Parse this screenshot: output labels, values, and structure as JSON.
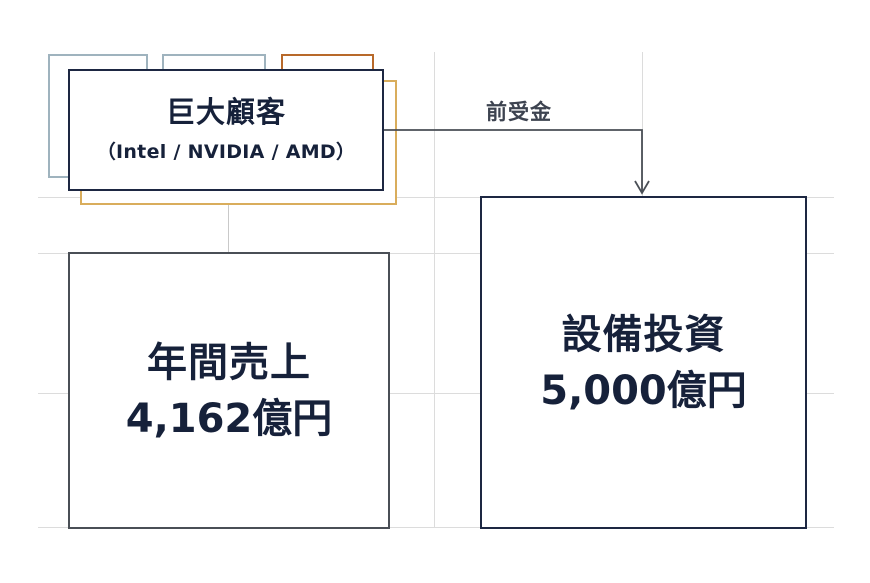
{
  "customer": {
    "title": "巨大顧客",
    "subtitle": "（Intel / NVIDIA / AMD）"
  },
  "flow": {
    "label": "前受金"
  },
  "sales": {
    "title": "年間売上",
    "value": "4,162億円"
  },
  "capex": {
    "title": "設備投資",
    "value": "5,000億円"
  },
  "colors": {
    "navy": "#1d2742",
    "gray_border": "#4a4f56",
    "ghost_blue": "#9fb3be",
    "ghost_orange": "#b8692a",
    "ghost_gold": "#d9ad5c",
    "grid": "#dcdcdc"
  }
}
